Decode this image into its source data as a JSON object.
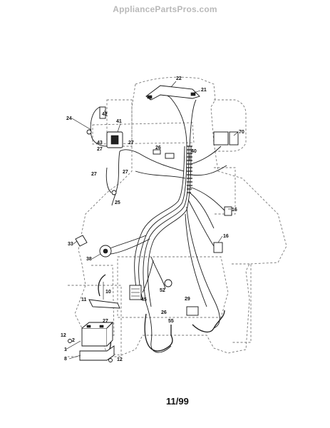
{
  "watermark": "AppliancePartsPros.com",
  "footer_code": "11/99",
  "callouts": [
    "22",
    "21",
    "24",
    "42",
    "41",
    "70",
    "43",
    "27",
    "27",
    "26",
    "40",
    "27",
    "27",
    "25",
    "16",
    "16",
    "33",
    "38",
    "10",
    "11",
    "45",
    "52",
    "29",
    "26",
    "55",
    "27",
    "12",
    "2",
    "1",
    "8",
    "12"
  ]
}
